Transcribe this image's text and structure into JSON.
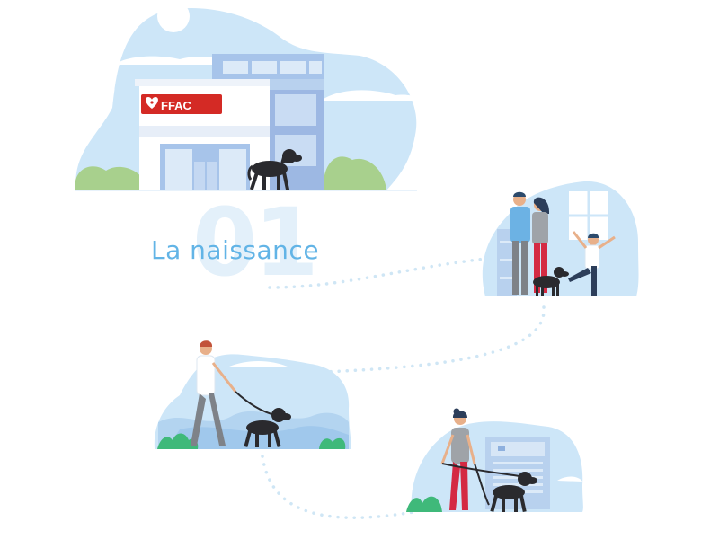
{
  "step": {
    "number": "01",
    "title": "La naissance"
  },
  "building": {
    "sign_label": "FFAC",
    "sign_icon": "heart-paw-icon"
  },
  "colors": {
    "accent_blue": "#62b4e6",
    "blob_blue": "#cde6f8",
    "sign_red": "#d42a25",
    "dog_black": "#2a2a2e",
    "bush_green": "#a8d08d"
  },
  "scenes": [
    {
      "name": "clinic-scene"
    },
    {
      "name": "family-scene"
    },
    {
      "name": "walk-scene"
    },
    {
      "name": "vet-scene"
    }
  ]
}
